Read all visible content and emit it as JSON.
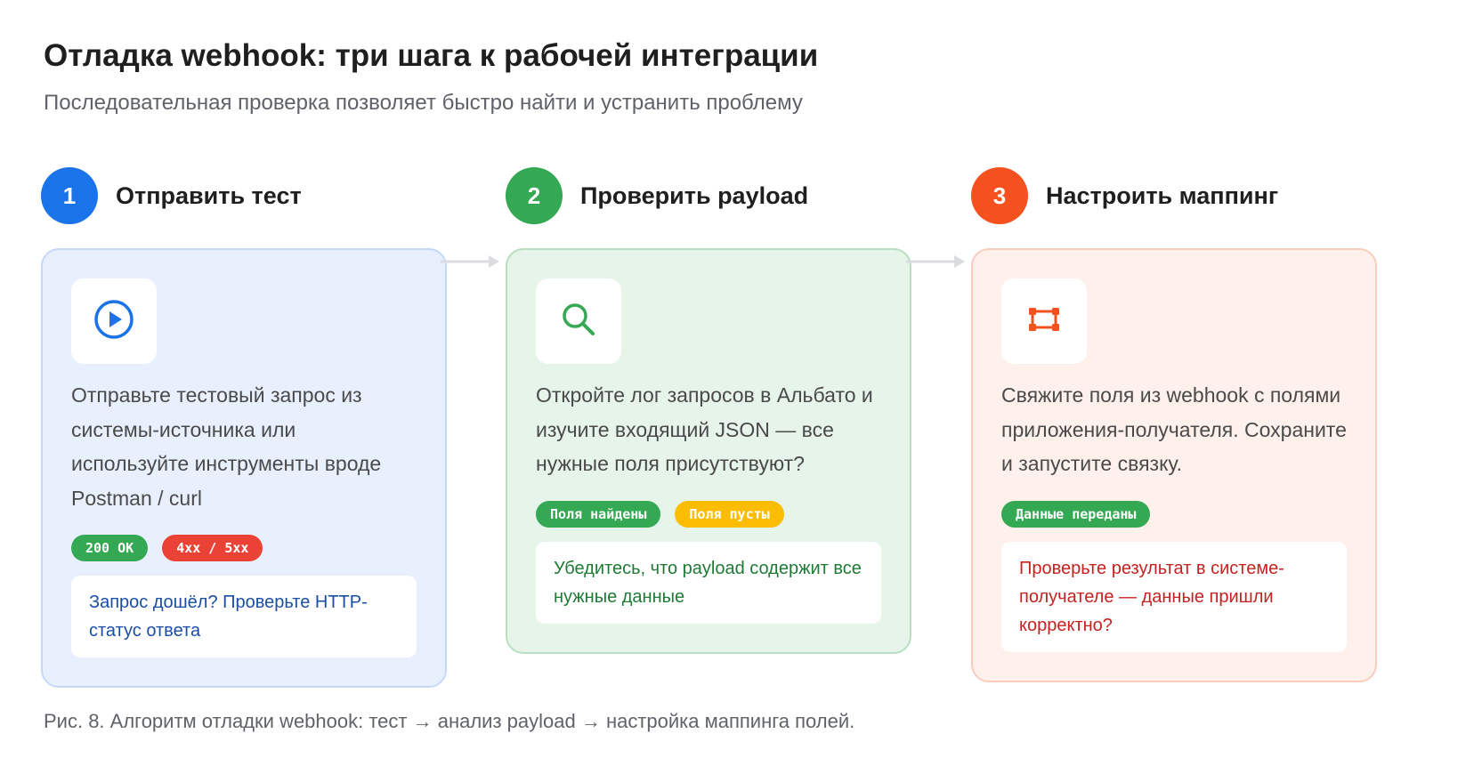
{
  "header": {
    "title": "Отладка webhook: три шага к рабочей интеграции",
    "subtitle": "Последовательная проверка позволяет быстро найти и устранить проблему"
  },
  "steps": [
    {
      "number": "1",
      "title": "Отправить тест",
      "icon": "play-circle-icon",
      "accent": "#1a73e8",
      "card_bg": "#e8f0fe",
      "card_border": "#c6d8f7",
      "description": "Отправьте тестовый запрос из системы-источника или используйте инструменты вроде Postman / curl",
      "badges": [
        {
          "label": "200 OK",
          "color": "#34a853"
        },
        {
          "label": "4xx / 5xx",
          "color": "#ea4335"
        }
      ],
      "note": "Запрос дошёл? Проверьте HTTP-статус ответа",
      "note_color": "#1a4fa3"
    },
    {
      "number": "2",
      "title": "Проверить payload",
      "icon": "search-icon",
      "accent": "#34a853",
      "card_bg": "#e6f4ea",
      "card_border": "#b7dfc2",
      "description": "Откройте лог запросов в Альбато и изучите входящий JSON — все нужные поля присутствуют?",
      "badges": [
        {
          "label": "Поля найдены",
          "color": "#34a853"
        },
        {
          "label": "Поля пусты",
          "color": "#fbbc04"
        }
      ],
      "note": "Убедитесь, что payload содержит все нужные данные",
      "note_color": "#1e7a35"
    },
    {
      "number": "3",
      "title": "Настроить маппинг",
      "icon": "mapping-icon",
      "accent": "#f4511e",
      "card_bg": "#fef1ec",
      "card_border": "#f8cdbd",
      "description": "Свяжите поля из webhook с полями приложения-получателя. Сохраните и запустите связку.",
      "badges": [
        {
          "label": "Данные переданы",
          "color": "#34a853"
        }
      ],
      "note": "Проверьте результат в системе-получателе — данные пришли корректно?",
      "note_color": "#c5221f"
    }
  ],
  "arrow_color": "#dadce0",
  "caption": "Рис. 8. Алгоритм отладки webhook: тест → анализ payload → настройка маппинга полей."
}
